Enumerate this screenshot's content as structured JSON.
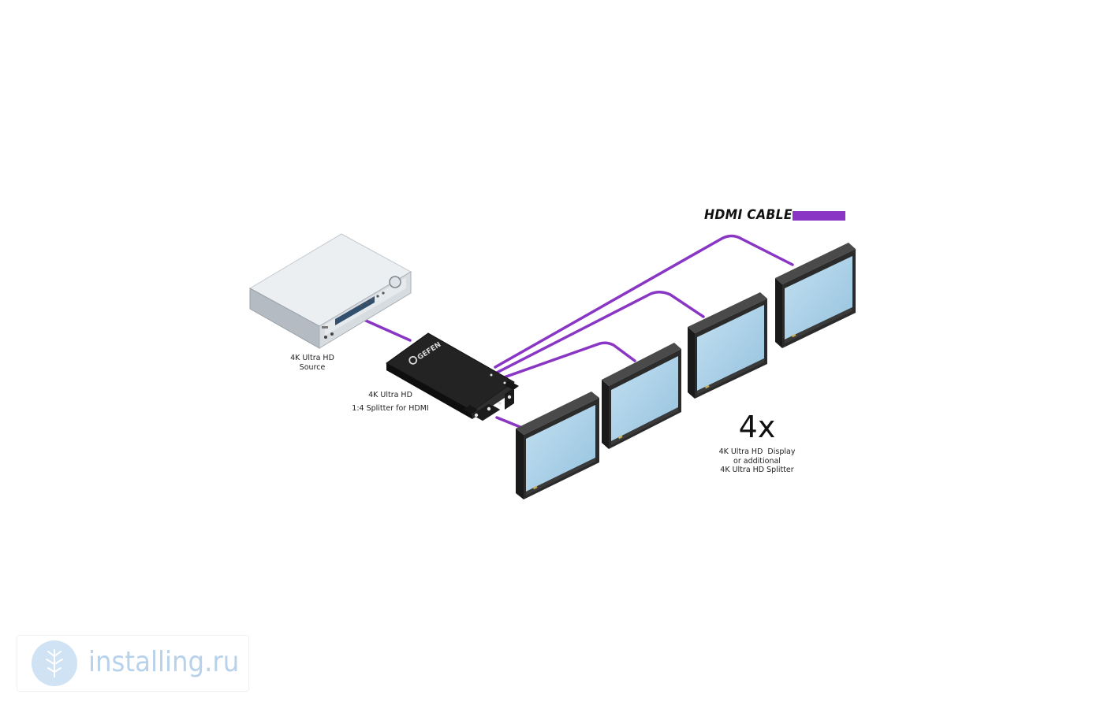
{
  "legend": {
    "label": "HDMI CABLE",
    "color": "#8a36c4"
  },
  "source": {
    "label_line1": "4K Ultra HD",
    "label_line2": "Source"
  },
  "splitter": {
    "label_line1": "4K Ultra HD",
    "label_line2": "1:4 Splitter for HDMI",
    "brand": "GEFEN"
  },
  "displays": {
    "count": "4x",
    "label_line1": "4K Ultra HD  Display",
    "label_line2": "or additional",
    "label_line3": "4K Ultra HD Splitter"
  },
  "watermark": {
    "text": "installing.ru"
  },
  "colors": {
    "cable": "#8a36c4",
    "screen": "#a9cfe6",
    "bezel": "#2b2b2b",
    "device_body": "#1e1e1e"
  }
}
